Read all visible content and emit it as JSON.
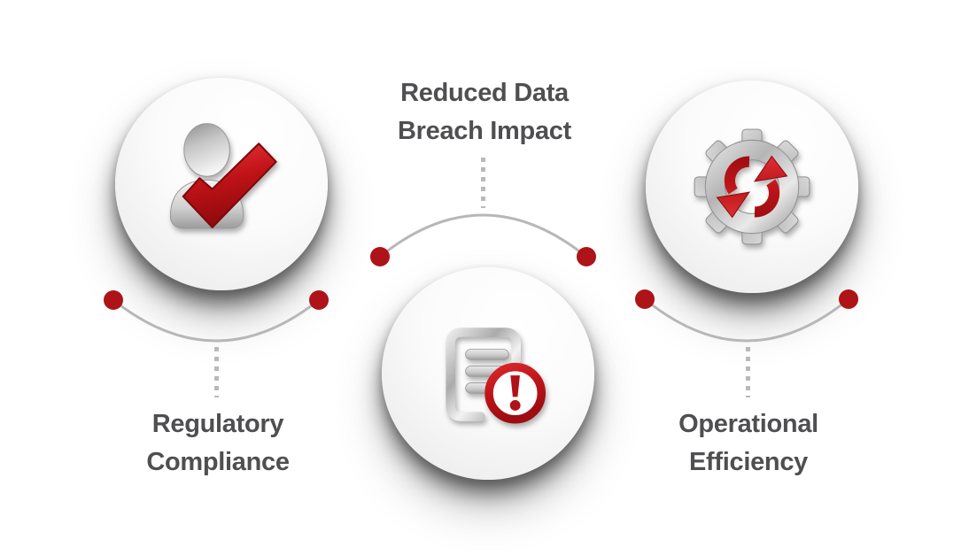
{
  "diagram": {
    "background": "#ffffff",
    "colors": {
      "accent_red": "#b01116",
      "dot_red": "#ae1317",
      "arc_line": "#b7b7b7",
      "dotted_line": "#b9b9b9",
      "label_text": "#4f4f51",
      "silver": "#bdbdbd",
      "circle_fill": "#f5f5f5"
    },
    "features": [
      {
        "name": "regulatory-compliance",
        "icon": "user-check-icon",
        "label": {
          "line1": "Regulatory",
          "line2": "Compliance"
        },
        "label_position": "below"
      },
      {
        "name": "reduced-data-breach-impact",
        "icon": "document-warning-icon",
        "label": {
          "line1": "Reduced Data",
          "line2": "Breach Impact"
        },
        "label_position": "above"
      },
      {
        "name": "operational-efficiency",
        "icon": "gear-sync-icon",
        "label": {
          "line1": "Operational",
          "line2": "Efficiency"
        },
        "label_position": "below"
      }
    ]
  }
}
